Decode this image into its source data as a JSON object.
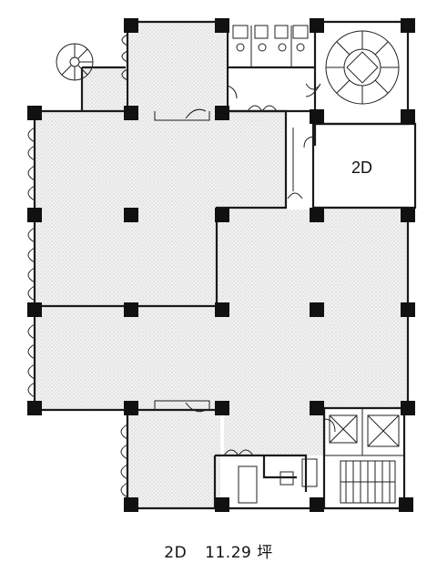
{
  "plan": {
    "highlighted_unit_label": "2D"
  },
  "caption": {
    "unit": "2D",
    "area": "11.29 坪"
  }
}
